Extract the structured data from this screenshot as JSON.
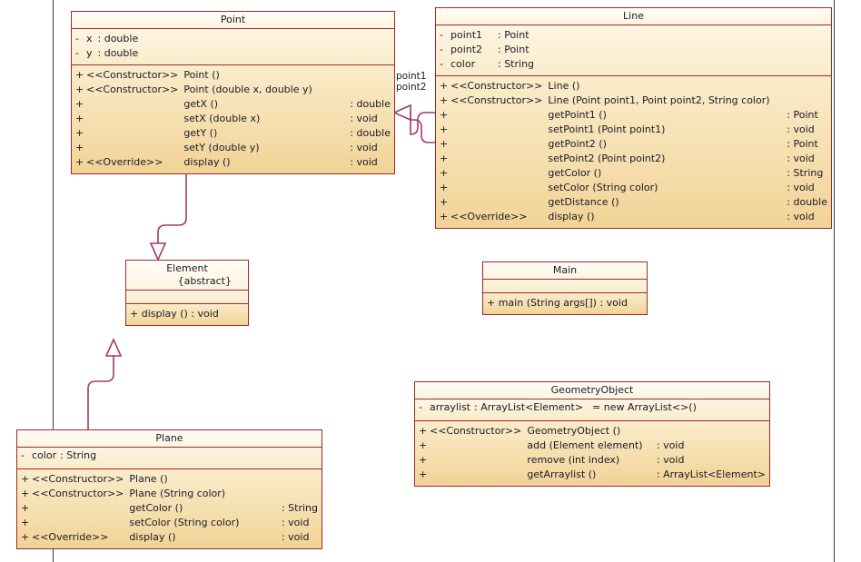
{
  "diagram": {
    "type": "uml-class-diagram",
    "background": "#ffffff",
    "border_color": "#9e2a2a",
    "connector_color": "#a03a6e",
    "guide_color": "#3b3b3b"
  },
  "classes": {
    "point": {
      "name": "Point",
      "attributes": [
        {
          "visibility": "-",
          "name": "x",
          "type": ": double"
        },
        {
          "visibility": "-",
          "name": "y",
          "type": ": double"
        }
      ],
      "operations": [
        {
          "visibility": "+",
          "stereotype": "<<Constructor>>",
          "signature": "Point ()",
          "returns": ""
        },
        {
          "visibility": "+",
          "stereotype": "<<Constructor>>",
          "signature": "Point (double x, double y)",
          "returns": ""
        },
        {
          "visibility": "+",
          "stereotype": "",
          "signature": "getX ()",
          "returns": ": double"
        },
        {
          "visibility": "+",
          "stereotype": "",
          "signature": "setX (double x)",
          "returns": ": void"
        },
        {
          "visibility": "+",
          "stereotype": "",
          "signature": "getY ()",
          "returns": ": double"
        },
        {
          "visibility": "+",
          "stereotype": "",
          "signature": "setY (double y)",
          "returns": ": void"
        },
        {
          "visibility": "+",
          "stereotype": "<<Override>>",
          "signature": "display ()",
          "returns": ": void"
        }
      ]
    },
    "line": {
      "name": "Line",
      "attributes": [
        {
          "visibility": "-",
          "name": "point1",
          "type": ": Point"
        },
        {
          "visibility": "-",
          "name": "point2",
          "type": ": Point"
        },
        {
          "visibility": "-",
          "name": "color",
          "type": ": String"
        }
      ],
      "operations": [
        {
          "visibility": "+",
          "stereotype": "<<Constructor>>",
          "signature": "Line ()",
          "returns": ""
        },
        {
          "visibility": "+",
          "stereotype": "<<Constructor>>",
          "signature": "Line (Point point1, Point point2, String color)",
          "returns": ""
        },
        {
          "visibility": "+",
          "stereotype": "",
          "signature": "getPoint1 ()",
          "returns": ": Point"
        },
        {
          "visibility": "+",
          "stereotype": "",
          "signature": "setPoint1 (Point point1)",
          "returns": ": void"
        },
        {
          "visibility": "+",
          "stereotype": "",
          "signature": "getPoint2 ()",
          "returns": ": Point"
        },
        {
          "visibility": "+",
          "stereotype": "",
          "signature": "setPoint2 (Point point2)",
          "returns": ": void"
        },
        {
          "visibility": "+",
          "stereotype": "",
          "signature": "getColor ()",
          "returns": ": String"
        },
        {
          "visibility": "+",
          "stereotype": "",
          "signature": "setColor (String color)",
          "returns": ": void"
        },
        {
          "visibility": "+",
          "stereotype": "",
          "signature": "getDistance ()",
          "returns": ": double"
        },
        {
          "visibility": "+",
          "stereotype": "<<Override>>",
          "signature": "display ()",
          "returns": ": void"
        }
      ]
    },
    "element": {
      "name": "Element",
      "abstract_tag": "{abstract}",
      "attributes": [],
      "operation_line": "+   display ()   : void"
    },
    "main": {
      "name": "Main",
      "attributes": [],
      "operation_line": "+   main (String args[])   : void"
    },
    "plane": {
      "name": "Plane",
      "attributes": [
        {
          "visibility": "-",
          "name": "color",
          "type": ": String"
        }
      ],
      "operations": [
        {
          "visibility": "+",
          "stereotype": "<<Constructor>>",
          "signature": "Plane ()",
          "returns": ""
        },
        {
          "visibility": "+",
          "stereotype": "<<Constructor>>",
          "signature": "Plane (String color)",
          "returns": ""
        },
        {
          "visibility": "+",
          "stereotype": "",
          "signature": "getColor ()",
          "returns": ": String"
        },
        {
          "visibility": "+",
          "stereotype": "",
          "signature": "setColor (String color)",
          "returns": ": void"
        },
        {
          "visibility": "+",
          "stereotype": "<<Override>>",
          "signature": "display ()",
          "returns": ": void"
        }
      ]
    },
    "geometryobject": {
      "name": "GeometryObject",
      "attributes": [
        {
          "visibility": "-",
          "name": "arraylist",
          "type": ": ArrayList<Element>",
          "init": "= new ArrayList<>()"
        }
      ],
      "operations": [
        {
          "visibility": "+",
          "stereotype": "<<Constructor>>",
          "signature": "GeometryObject ()",
          "returns": ""
        },
        {
          "visibility": "+",
          "stereotype": "",
          "signature": "add (Element element)",
          "returns": ": void"
        },
        {
          "visibility": "+",
          "stereotype": "",
          "signature": "remove (int index)",
          "returns": ": void"
        },
        {
          "visibility": "+",
          "stereotype": "",
          "signature": "getArraylist ()",
          "returns": ": ArrayList<Element>"
        }
      ]
    }
  },
  "associations": {
    "point1_label": "point1",
    "point2_label": "point2"
  }
}
